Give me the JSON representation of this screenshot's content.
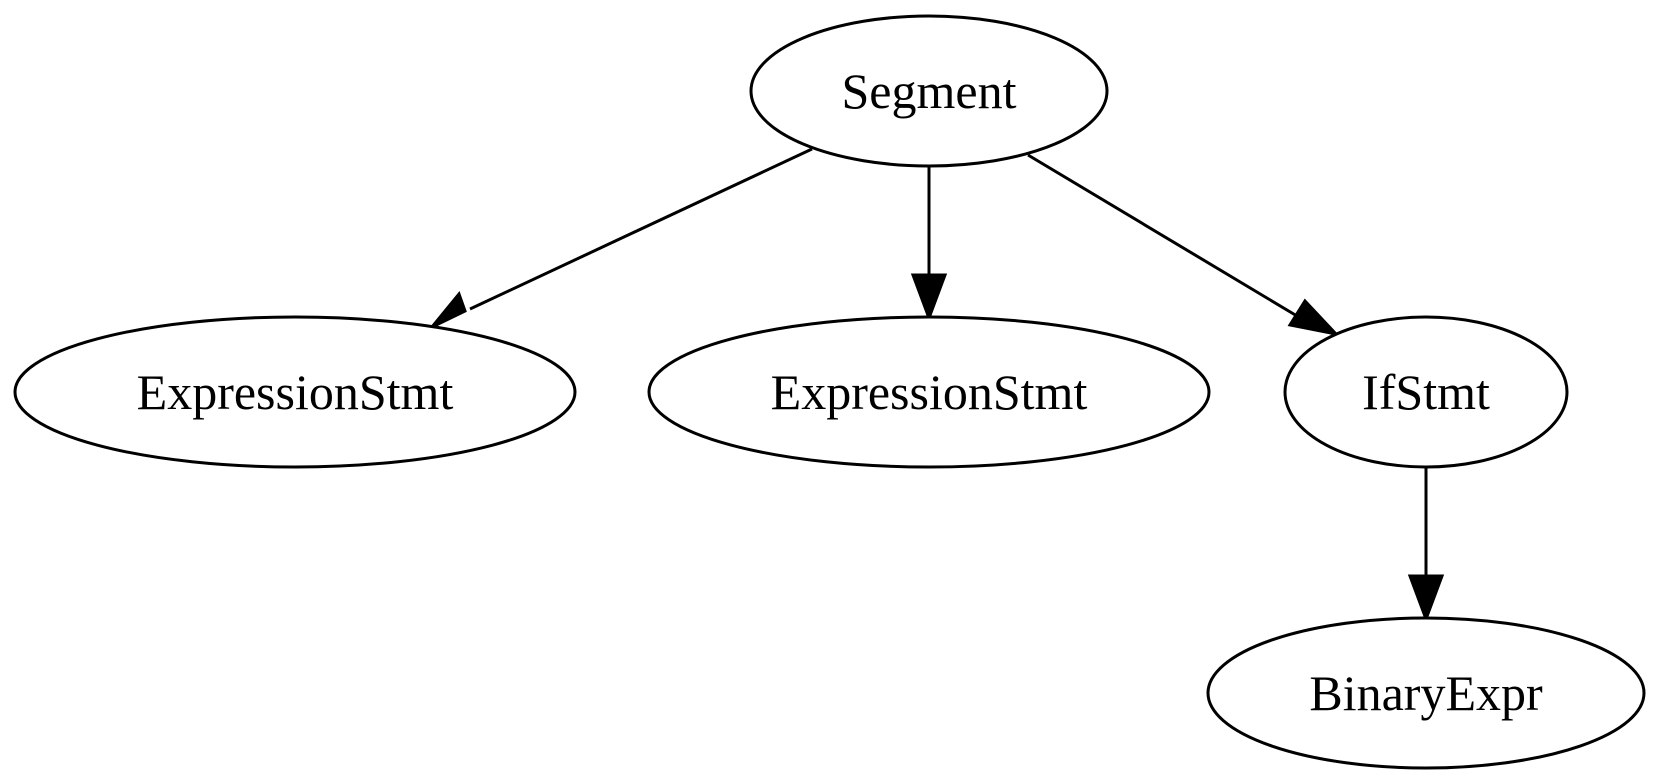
{
  "graph": {
    "nodes": [
      {
        "id": "n0",
        "label": "Segment"
      },
      {
        "id": "n1",
        "label": "ExpressionStmt"
      },
      {
        "id": "n2",
        "label": "ExpressionStmt"
      },
      {
        "id": "n3",
        "label": "IfStmt"
      },
      {
        "id": "n4",
        "label": "BinaryExpr"
      }
    ],
    "edges": [
      {
        "from": "n0",
        "to": "n1"
      },
      {
        "from": "n0",
        "to": "n2"
      },
      {
        "from": "n0",
        "to": "n3"
      },
      {
        "from": "n3",
        "to": "n4"
      }
    ]
  }
}
